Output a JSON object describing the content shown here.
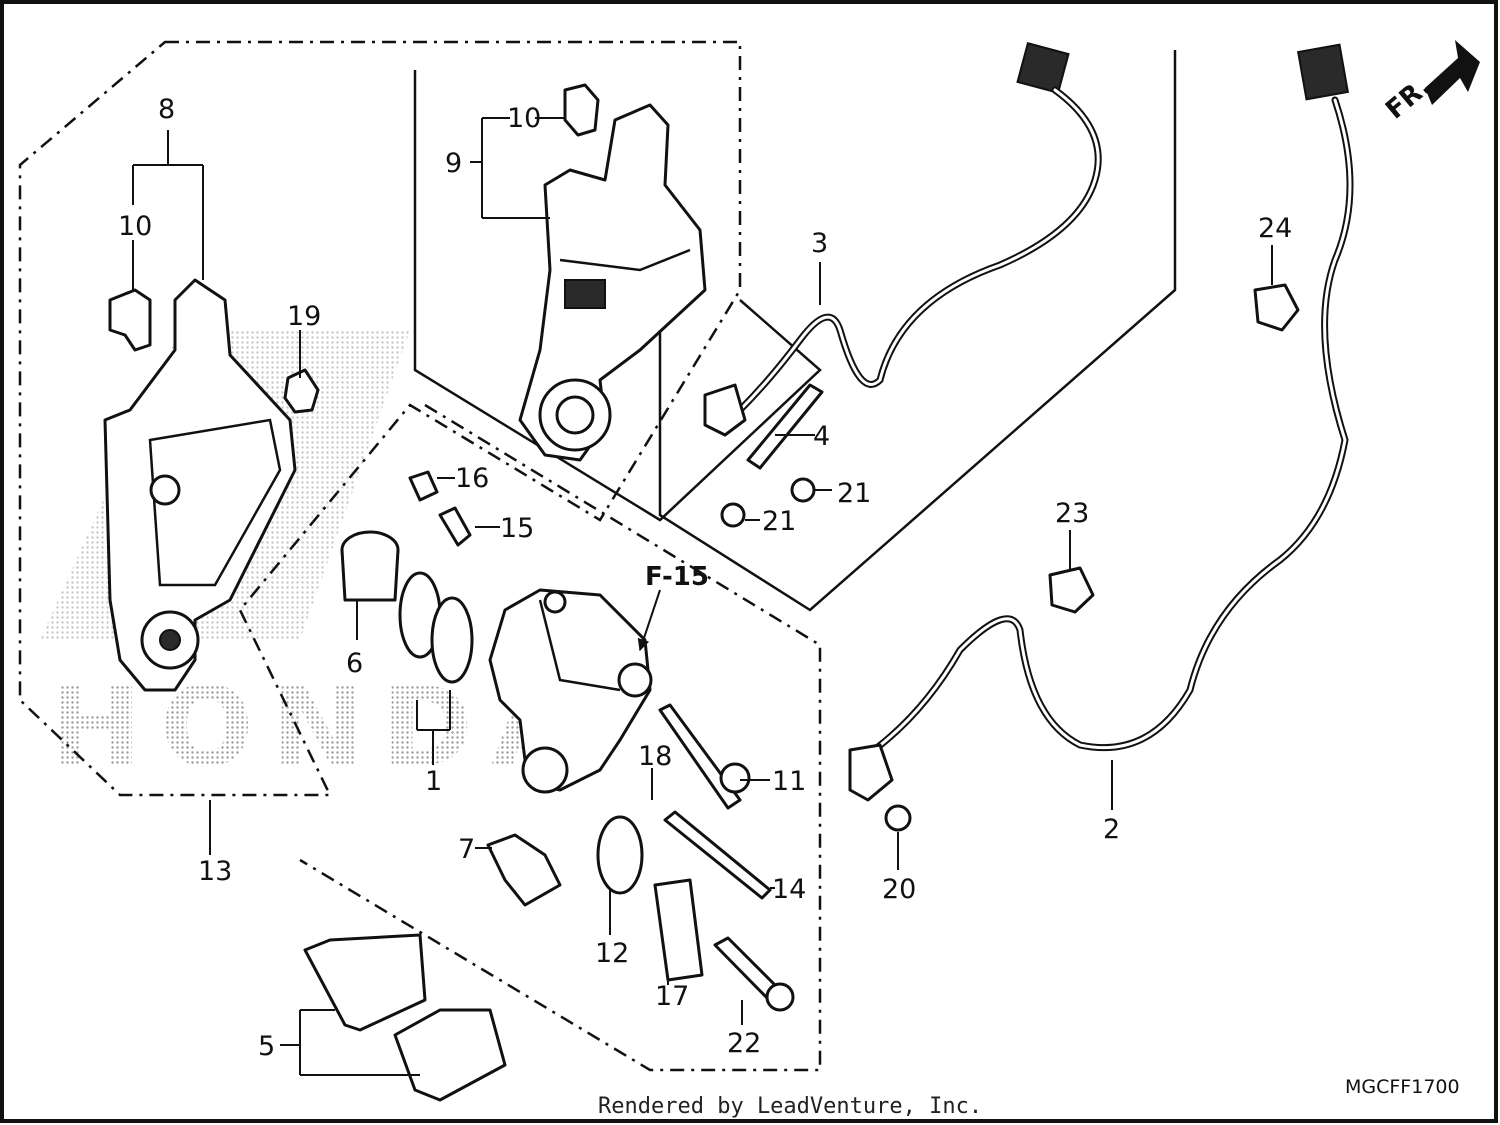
{
  "diagram": {
    "callouts": {
      "c1": "1",
      "c2": "2",
      "c3": "3",
      "c4": "4",
      "c5": "5",
      "c6": "6",
      "c7": "7",
      "c8": "8",
      "c9": "9",
      "c10a": "10",
      "c10b": "10",
      "c11": "11",
      "c12": "12",
      "c13": "13",
      "c14": "14",
      "c15": "15",
      "c16": "16",
      "c17": "17",
      "c18": "18",
      "c19": "19",
      "c20": "20",
      "c21a": "21",
      "c21b": "21",
      "c22": "22",
      "c23": "23",
      "c24": "24"
    },
    "reference_label": "F-15",
    "front_marker": "FR.",
    "watermark": "HONDA",
    "diagram_code": "MGCFF1700",
    "credit": "Rendered by LeadVenture, Inc.",
    "colors": {
      "ink": "#111111",
      "paper": "#ffffff",
      "watermark": "#9a9a9a"
    }
  }
}
